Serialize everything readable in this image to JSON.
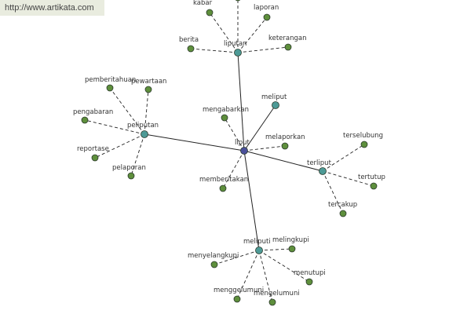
{
  "watermark": "http://www.artikata.com",
  "colors": {
    "center_node": "#4a4f9a",
    "category_node": "#4d9a96",
    "leaf_node": "#5e8f3c",
    "node_stroke": "#2b3a2b",
    "edge": "#222222"
  },
  "center": {
    "id": "liput",
    "label": "liput"
  },
  "categories": [
    {
      "id": "liputan",
      "label": "liputan"
    },
    {
      "id": "peliputan",
      "label": "peliputan"
    },
    {
      "id": "meliput",
      "label": "meliput"
    },
    {
      "id": "terliput",
      "label": "terliput"
    },
    {
      "id": "meliputi",
      "label": "meliputi"
    }
  ],
  "leaves": [
    {
      "id": "kabar",
      "label": "kabar",
      "parent": "liputan"
    },
    {
      "id": "laporan",
      "label": "laporan",
      "parent": "liputan"
    },
    {
      "id": "berita",
      "label": "berita",
      "parent": "liputan"
    },
    {
      "id": "keterangan",
      "label": "keterangan",
      "parent": "liputan"
    },
    {
      "id": "liputan_top",
      "label": "",
      "parent": "liputan"
    },
    {
      "id": "pemberitahuan",
      "label": "pemberitahuan",
      "parent": "peliputan"
    },
    {
      "id": "pewartaan",
      "label": "pewartaan",
      "parent": "peliputan"
    },
    {
      "id": "pengabaran",
      "label": "pengabaran",
      "parent": "peliputan"
    },
    {
      "id": "reportase",
      "label": "reportase",
      "parent": "peliputan"
    },
    {
      "id": "pelaporan",
      "label": "pelaporan",
      "parent": "peliputan"
    },
    {
      "id": "mengabarkan",
      "label": "mengabarkan",
      "parent": "liput"
    },
    {
      "id": "melaporkan",
      "label": "melaporkan",
      "parent": "liput"
    },
    {
      "id": "memberitakan",
      "label": "memberitakan",
      "parent": "liput"
    },
    {
      "id": "terselubung",
      "label": "terselubung",
      "parent": "terliput"
    },
    {
      "id": "tertutup",
      "label": "tertutup",
      "parent": "terliput"
    },
    {
      "id": "tercakup",
      "label": "tercakup",
      "parent": "terliput"
    },
    {
      "id": "melingkupi",
      "label": "melingkupi",
      "parent": "meliputi"
    },
    {
      "id": "menyelangkupi",
      "label": "menyelangkupi",
      "parent": "meliputi"
    },
    {
      "id": "menutupi",
      "label": "menutupi",
      "parent": "meliputi"
    },
    {
      "id": "menggelumuni",
      "label": "menggelumuni",
      "parent": "meliputi"
    },
    {
      "id": "mengelumuni",
      "label": "mengelumuni",
      "parent": "meliputi"
    }
  ]
}
